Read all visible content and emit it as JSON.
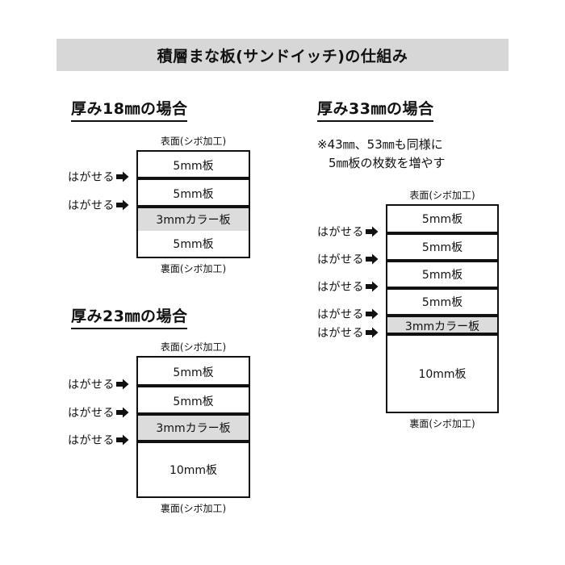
{
  "header": {
    "title": "積層まな板(サンドイッチ)の仕組み",
    "background_color": "#d7d7d7"
  },
  "colors": {
    "color_layer_fill": "#dcdcdc",
    "line": "#111111",
    "page_background": "#ffffff"
  },
  "labels": {
    "top_face": "表面(シボ加工)",
    "bottom_face": "裏面(シボ加工)",
    "peel": "はがせる",
    "peel_arrow_icon": "right-arrow-icon"
  },
  "sections": [
    {
      "id": "thickness-18mm",
      "heading": "厚み18㎜の場合",
      "top_face": "表面(シボ加工)",
      "bottom_face": "裏面(シボ加工)",
      "layers": [
        {
          "label": "5mm板",
          "type": "plain"
        },
        {
          "label": "5mm板",
          "type": "plain"
        },
        {
          "label": "3mmカラー板",
          "type": "color"
        },
        {
          "label": "5mm板",
          "type": "plain"
        }
      ],
      "peel_points": 2
    },
    {
      "id": "thickness-23mm",
      "heading": "厚み23㎜の場合",
      "top_face": "表面(シボ加工)",
      "bottom_face": "裏面(シボ加工)",
      "layers": [
        {
          "label": "5mm板",
          "type": "plain"
        },
        {
          "label": "5mm板",
          "type": "plain"
        },
        {
          "label": "3mmカラー板",
          "type": "color"
        },
        {
          "label": "10mm板",
          "type": "plain"
        }
      ],
      "peel_points": 3
    },
    {
      "id": "thickness-33mm",
      "heading": "厚み33㎜の場合",
      "note_line1": "※43㎜、53㎜も同様に",
      "note_line2": "5㎜板の枚数を増やす",
      "top_face": "表面(シボ加工)",
      "bottom_face": "裏面(シボ加工)",
      "layers": [
        {
          "label": "5mm板",
          "type": "plain"
        },
        {
          "label": "5mm板",
          "type": "plain"
        },
        {
          "label": "5mm板",
          "type": "plain"
        },
        {
          "label": "5mm板",
          "type": "plain"
        },
        {
          "label": "3mmカラー板",
          "type": "color"
        },
        {
          "label": "10mm板",
          "type": "plain"
        }
      ],
      "peel_points": 5
    }
  ]
}
